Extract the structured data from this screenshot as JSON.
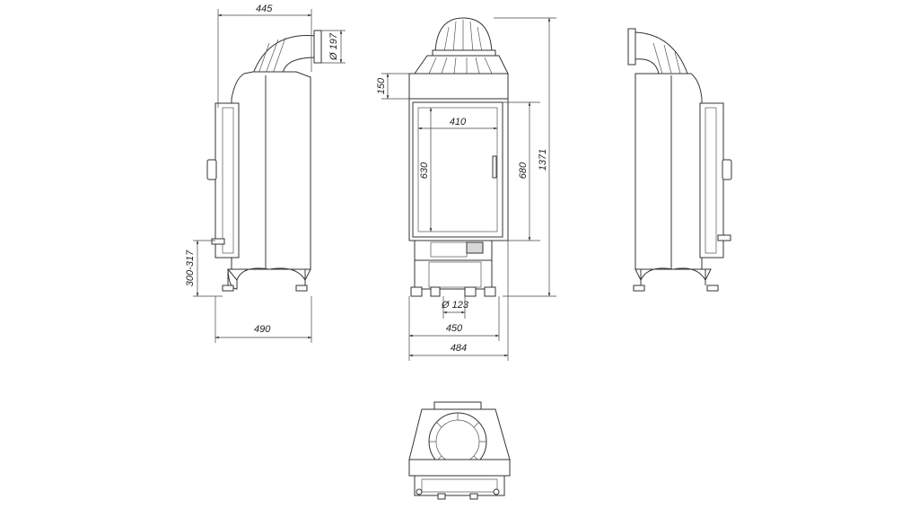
{
  "dimensions": {
    "side_width_top": "445",
    "flue_diameter": "Ø 197",
    "side_width_bottom": "490",
    "leg_height": "300-317",
    "collar_height": "150",
    "glass_width": "410",
    "glass_height": "630",
    "door_height": "680",
    "total_height": "1371",
    "air_inlet_diameter": "Ø 123",
    "body_width": "450",
    "total_width": "484"
  }
}
